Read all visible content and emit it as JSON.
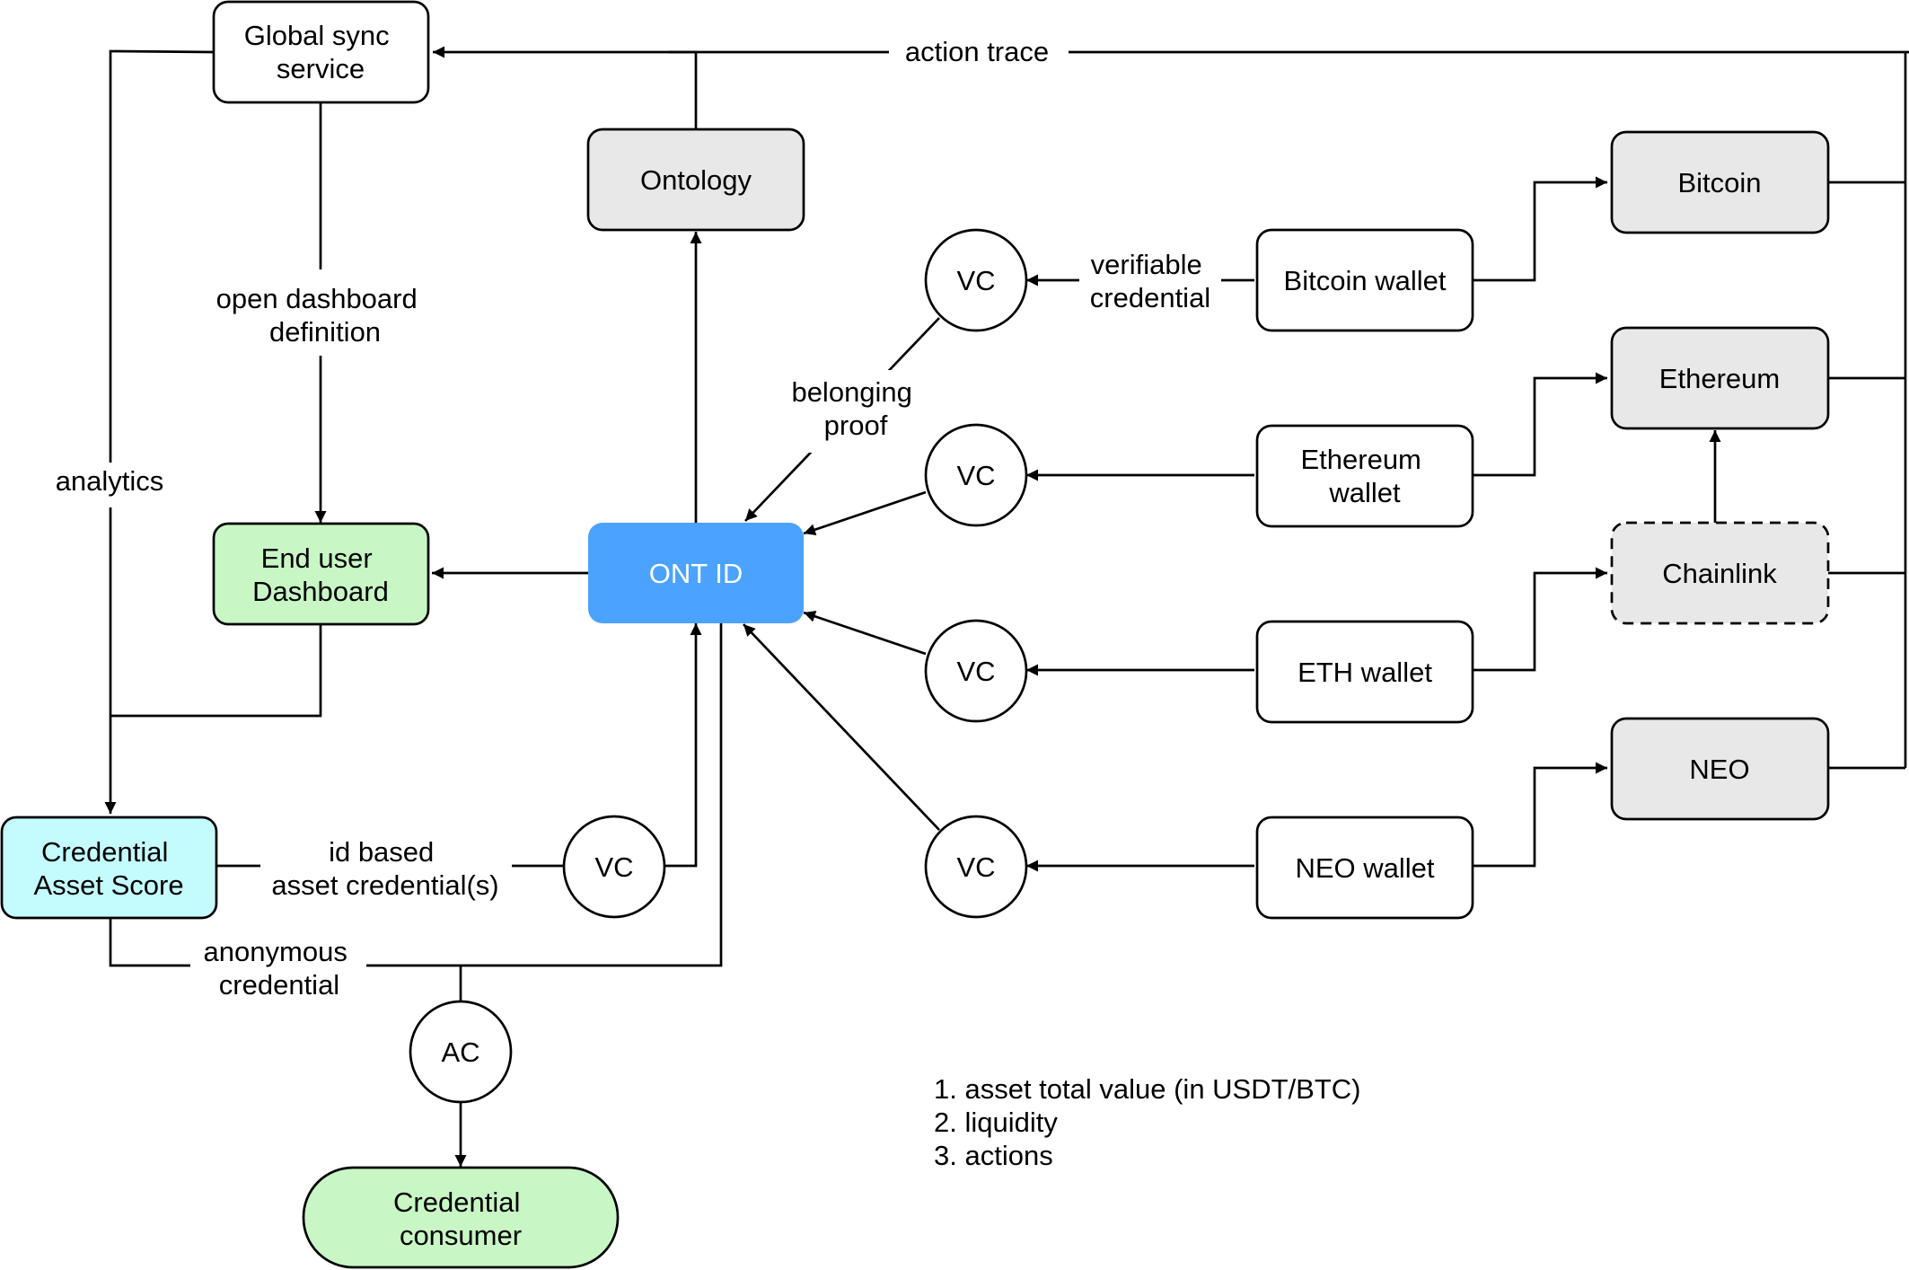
{
  "nodes": {
    "global_sync": [
      "Global sync",
      "service"
    ],
    "ontology": "Ontology",
    "bitcoin": "Bitcoin",
    "ethereum": "Ethereum",
    "chainlink": "Chainlink",
    "neo": "NEO",
    "bitcoin_wallet": "Bitcoin wallet",
    "ethereum_wallet": [
      "Ethereum",
      "wallet"
    ],
    "eth_wallet": "ETH wallet",
    "neo_wallet": "NEO wallet",
    "vc": "VC",
    "ac": "AC",
    "ont_id": "ONT ID",
    "dashboard": [
      "End user",
      "Dashboard"
    ],
    "asset_score": [
      "Credential",
      "Asset Score"
    ],
    "consumer": [
      "Credential",
      "consumer"
    ]
  },
  "edge_labels": {
    "action_trace": "action trace",
    "open_dashboard": [
      "open dashboard",
      "definition"
    ],
    "analytics": "analytics",
    "verifiable_credential": [
      "verifiable",
      "credential"
    ],
    "belonging_proof": [
      "belonging",
      "proof"
    ],
    "id_based": [
      "id based",
      "asset credential(s)"
    ],
    "anonymous": [
      "anonymous",
      "credential"
    ]
  },
  "notes": [
    "1. asset total value (in USDT/BTC)",
    "2. liquidity",
    "3. actions"
  ],
  "colors": {
    "ont_id_fill": "#4BA3FF",
    "dashboard_fill": "#C8F7C5",
    "asset_score_fill": "#C4FBFD",
    "consumer_fill": "#C8F7C5",
    "chain_fill": "#E8E8E8",
    "default_fill": "#FFFFFF",
    "line": "#000000"
  }
}
